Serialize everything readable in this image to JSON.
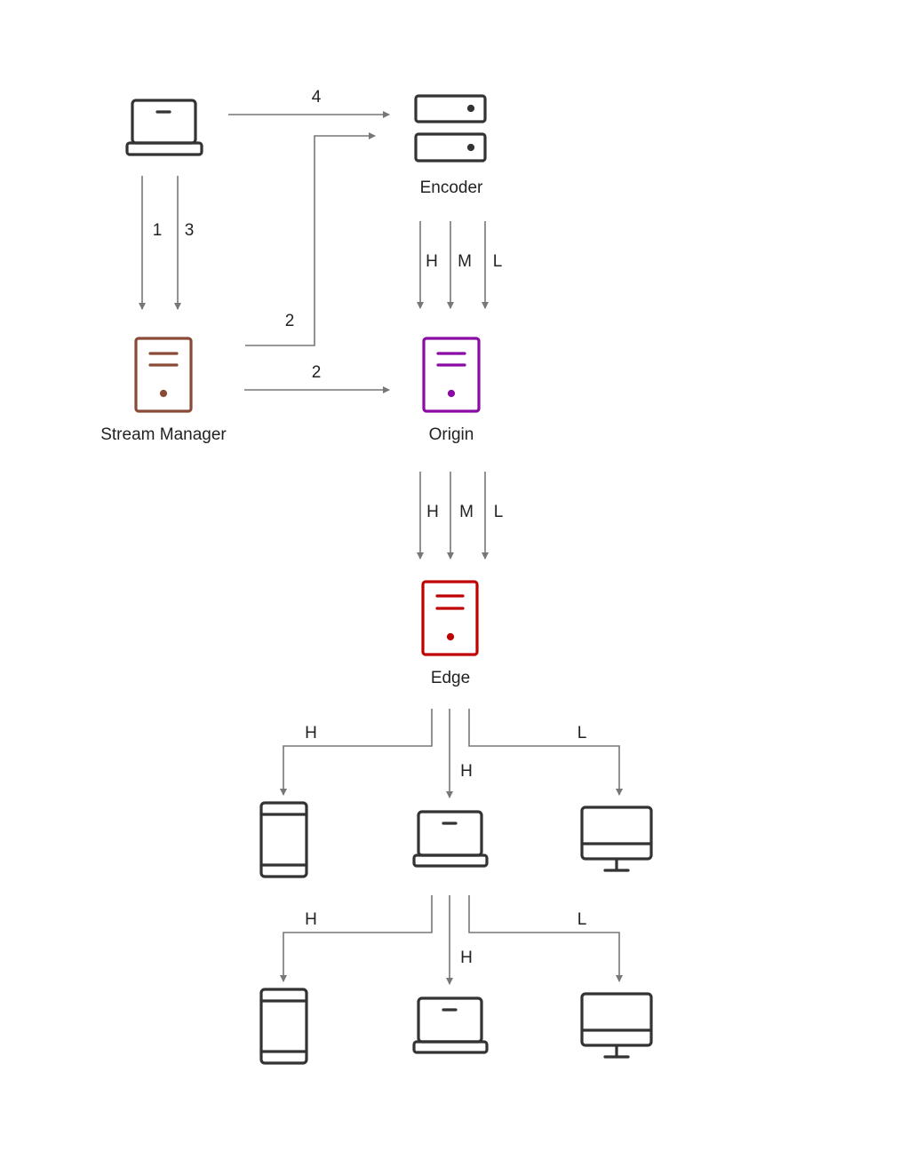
{
  "nodes": {
    "laptop_source": {
      "icon": "laptop-icon"
    },
    "encoder": {
      "label": "Encoder",
      "icon": "server-rack-icon"
    },
    "stream_manager": {
      "label": "Stream Manager",
      "icon": "server-icon",
      "color": "#8a4a38"
    },
    "origin": {
      "label": "Origin",
      "icon": "server-icon",
      "color": "#8b0aa5"
    },
    "edge": {
      "label": "Edge",
      "icon": "server-icon",
      "color": "#c00000"
    }
  },
  "edges": {
    "laptop_to_encoder": "4",
    "laptop_to_sm_1": "1",
    "laptop_to_sm_3": "3",
    "sm_to_encoder": "2",
    "sm_to_origin": "2",
    "encoder_to_origin": [
      "H",
      "M",
      "L"
    ],
    "origin_to_edge": [
      "H",
      "M",
      "L"
    ],
    "edge_to_devices": [
      "H",
      "H",
      "L"
    ],
    "laptop_to_devices": [
      "H",
      "H",
      "L"
    ]
  },
  "devices": [
    "phone-icon",
    "laptop-icon",
    "monitor-icon"
  ]
}
